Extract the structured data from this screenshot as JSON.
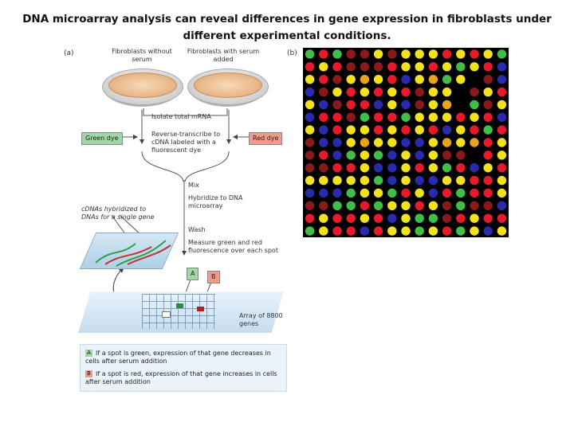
{
  "title": "DNA microarray analysis can reveal differences in gene expression in fibroblasts under different experimental conditions.",
  "panel_a": {
    "label": "(a)",
    "dish1_label": "Fibroblasts without serum",
    "dish2_label": "Fibroblasts with serum added",
    "step_isolate": "Isolate total mRNA",
    "step_rt": "Reverse-transcribe to cDNA labeled with a fluorescent dye",
    "green_dye": "Green dye",
    "red_dye": "Red dye",
    "step_mix": "Mix",
    "step_hybridize": "Hybridize to DNA microarray",
    "step_wash": "Wash",
    "step_measure": "Measure green and red fluorescence over each spot",
    "cdna_note": "cDNAs hybridized to DNAs for a single gene",
    "callout_a": "A",
    "callout_b": "B",
    "array_label": "Array of 8800 genes",
    "legend_a_key": "A",
    "legend_a_text": "If a spot is green, expression of that gene decreases in cells after serum addition",
    "legend_b_key": "B",
    "legend_b_text": "If a spot is red, expression of that gene increases in cells after serum addition"
  },
  "panel_b": {
    "label": "(b)",
    "spot_colors": {
      "R": "#e8192b",
      "G": "#3fbf4a",
      "Y": "#f2e21c",
      "B": "#2a2ab0",
      "D": "#8a1a1a",
      "O": "#e8a21c",
      "K": "#000000"
    },
    "rows": [
      "GRGDDYDYYYRYRYG",
      "RYRDDDRYYRYGYRB",
      "YRDYOYRBYOGYKDB",
      "BDYRYRYRDYYKDYR",
      "YBDRRBYBDYOKGDY",
      "BRRDGRRGYYYRYRB",
      "YBRYYRYRYRBYRGR",
      "DBBYOYYBBYOYORY",
      "DRBGYGBYBYDDKRY",
      "DDRRYBBYRYGRBYR",
      "YYYYYGBYBBYYRRY",
      "BBBGYYGRYBRGRRY",
      "DDGGRGYYRYDGDDB",
      "RYRRYRBYGGDRYRR",
      "GYRRBRYYGYRGYBY"
    ]
  }
}
